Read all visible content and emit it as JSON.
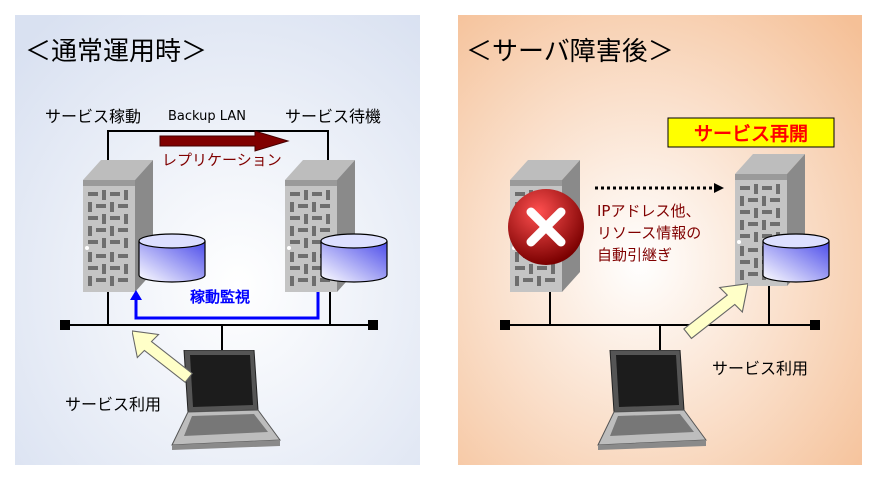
{
  "left_panel": {
    "title": "＜通常運用時＞",
    "active_label": "サービス稼動",
    "backup_lan_label": "Backup LAN",
    "standby_label": "サービス待機",
    "replication_label": "レプリケーション",
    "monitoring_label": "稼動監視",
    "usage_label": "サービス利用"
  },
  "right_panel": {
    "title": "＜サーバ障害後＞",
    "resume_badge": "サービス再開",
    "takeover_lines": [
      "IPアドレス他、",
      "リソース情報の",
      "自動引継ぎ"
    ],
    "usage_label": "サービス利用"
  },
  "colors": {
    "left_bg": "#dfe6f3",
    "right_bg": "#f7c9a2",
    "replication": "#800000",
    "monitoring": "#0000ff",
    "badge_bg": "#ffff00",
    "badge_text": "#ff0000"
  }
}
